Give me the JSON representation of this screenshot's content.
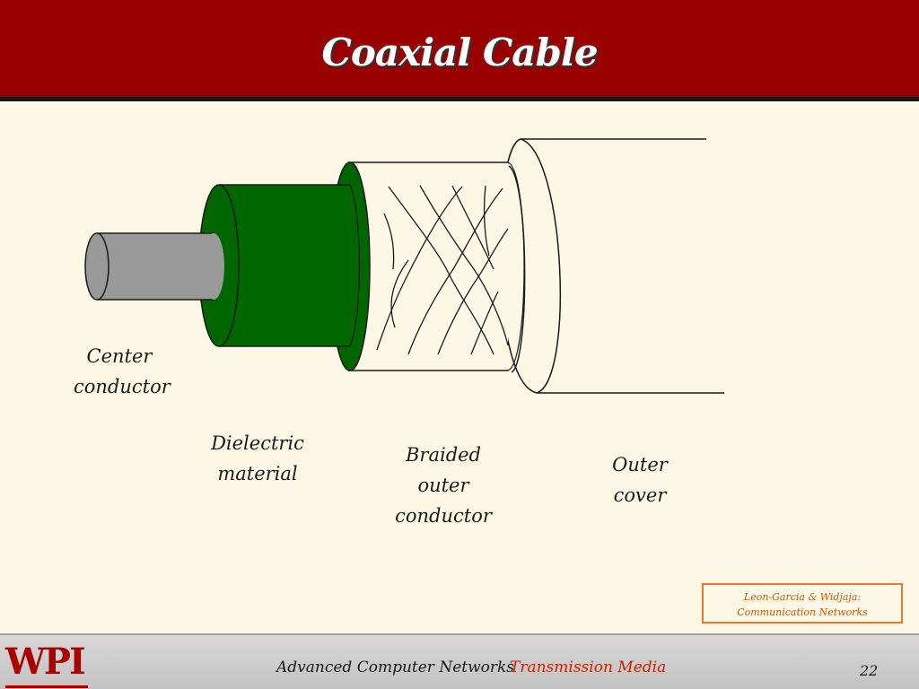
{
  "slide": {
    "title": "Coaxial Cable",
    "colors": {
      "header": "#990000",
      "background": "#fdf8e6",
      "dielectric": "#006600",
      "conductor": "#999999",
      "citation": "#ee7733"
    }
  },
  "diagram": {
    "labels": {
      "center": [
        "Center",
        "conductor"
      ],
      "dielectric": [
        "Dielectric",
        "material"
      ],
      "braided": [
        "Braided",
        "outer",
        "conductor"
      ],
      "outer": [
        "Outer",
        "cover"
      ]
    }
  },
  "citation": {
    "line1": "Leon-Garcia & Widjaja:",
    "line2": "Communication Networks"
  },
  "footer": {
    "logo": "WPI",
    "course": "Advanced Computer Networks",
    "topic": "Transmission Media",
    "page": "22"
  }
}
